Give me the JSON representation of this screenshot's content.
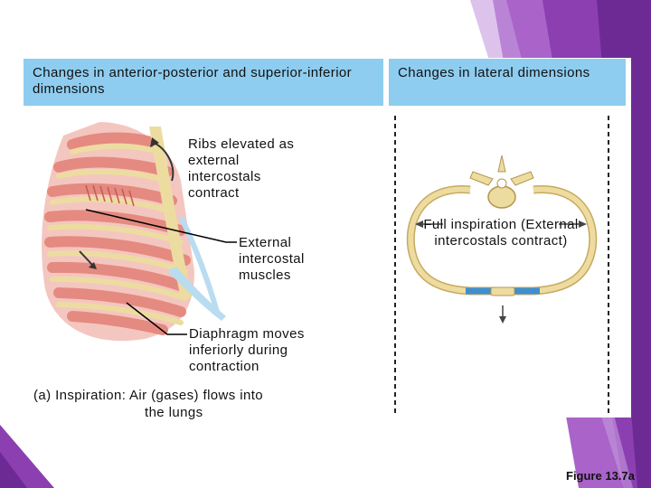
{
  "headers": {
    "left": "Changes in anterior-posterior and superior-inferior dimensions",
    "right": "Changes in lateral dimensions"
  },
  "labels": {
    "ribs_elevated": "Ribs elevated as external intercostals contract",
    "external_intercostal": "External intercostal muscles",
    "diaphragm": "Diaphragm moves inferiorly during contraction",
    "full_inspiration": "Full inspiration (External intercostals contract)"
  },
  "caption": {
    "line1": "(a) Inspiration: Air (gases) flows into",
    "line2": "the lungs"
  },
  "figure_ref": "Figure 13.7a",
  "colors": {
    "header_bg": "#8ecdf0",
    "decor_purple": "#8b3fb0",
    "rib_pink": "#e58a80",
    "bone": "#eddca0",
    "cartilage": "#b9dcf0",
    "cartilage_blue": "#3d8fd0"
  }
}
